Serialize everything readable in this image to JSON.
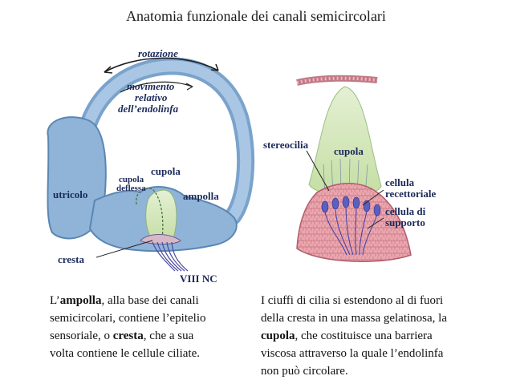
{
  "title": "Anatomia funzionale dei canali semicircolari",
  "left_diagram": {
    "labels": {
      "rotazione": "rotazione",
      "movimento_1": "movimento",
      "movimento_2": "relativo",
      "movimento_3": "dell’endolinfa",
      "utricolo": "utricolo",
      "cupola": "cupola",
      "cupola_deflessa_1": "cupola",
      "cupola_deflessa_2": "deflessa",
      "ampolla": "ampolla",
      "cresta": "cresta",
      "nerve": "VIII NC"
    }
  },
  "right_diagram": {
    "labels": {
      "stereocilia": "stereocilia",
      "cupola": "cupola",
      "cellula_recettoriale_1": "cellula",
      "cellula_recettoriale_2": "recettoriale",
      "cellula_supporto_1": "cellula di",
      "cellula_supporto_2": "supporto"
    }
  },
  "caption_left": {
    "lines": [
      [
        "L’",
        "ampolla",
        ", alla base dei canali"
      ],
      [
        "semicircolari, contiene l’epitelio"
      ],
      [
        "sensoriale, o ",
        "cresta",
        ", che a sua"
      ],
      [
        "volta contiene le cellule ciliate."
      ]
    ]
  },
  "caption_right": {
    "lines": [
      [
        "I ciuffi di cilia si estendono al di fuori"
      ],
      [
        "della cresta in una massa gelatinosa, la"
      ],
      [
        "cupola",
        ", che costituisce una barriera"
      ],
      [
        "viscosa attraverso la quale l’endolinfa"
      ],
      [
        "non può circolare."
      ]
    ]
  },
  "colors": {
    "canal_fill": "#8fb4d8",
    "canal_wall": "#c9dcef",
    "cupola_green": "#cfe3b0",
    "tissue_pink": "#e8a0a8",
    "cell_blue": "#5b5fc0",
    "label_text": "#1b2a5a"
  }
}
